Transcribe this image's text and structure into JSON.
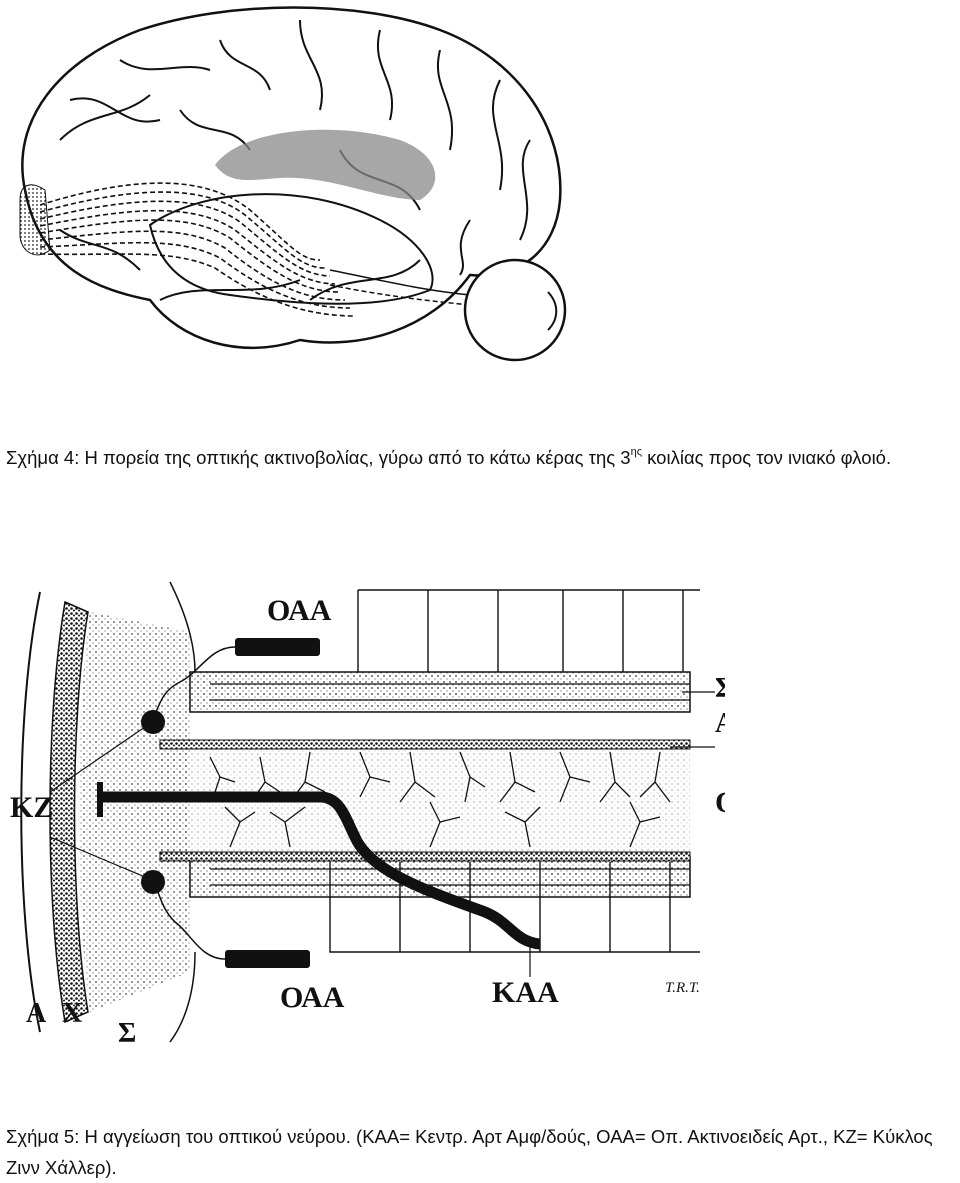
{
  "figure4": {
    "caption_before": "Σχήμα 4: Η πορεία της οπτικής ακτινοβολίας, γύρω από το κάτω κέρας της 3",
    "caption_sup": "ης",
    "caption_after": " κοιλίας προς τον ινιακό φλοιό."
  },
  "figure5": {
    "caption": "Σχήμα 5: Η αγγείωση του οπτικού νεύρου. (ΚΑΑ= Κεντρ. Αρτ Αμφ/δούς, ΟΑΑ= Οπ. Ακτινοειδείς Αρτ., ΚΖ= Κύκλος Ζινν Χάλλερ).",
    "labels": {
      "oaa_top": "ΟΑΑ",
      "oaa_bottom": "ΟΑΑ",
      "sigma_right": "Σ",
      "alpha_right": "Α",
      "on": "ON",
      "kz": "ΚΖ",
      "kaa": "ΚΑΑ",
      "alpha_bottom": "Α",
      "chi_bottom": "Χ",
      "sigma_bottom": "Σ",
      "signature": "T.R.T."
    }
  }
}
